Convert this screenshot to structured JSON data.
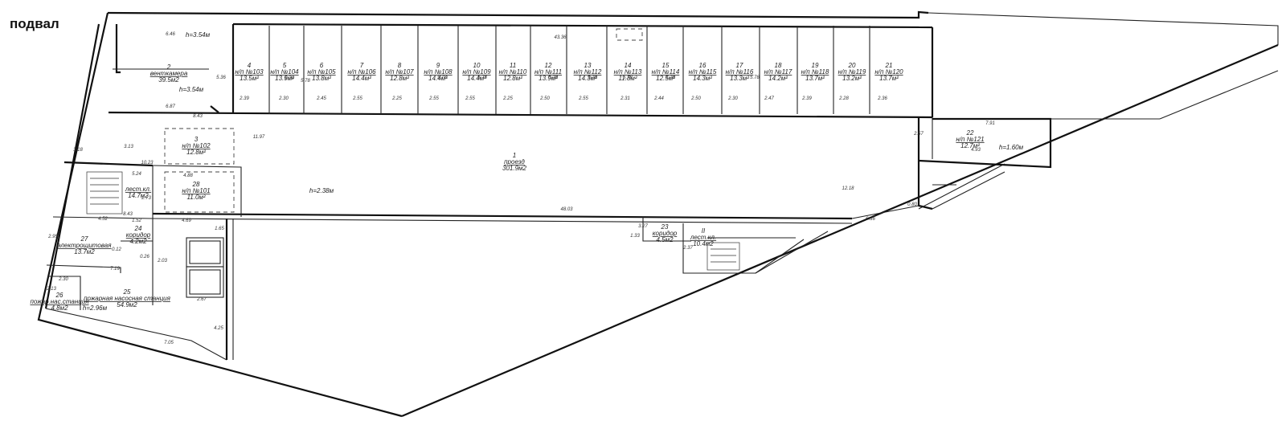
{
  "title": "подвал",
  "rooms": [
    {
      "id": "r1",
      "num": "1",
      "name": "проезд",
      "area": "301.9м2"
    },
    {
      "id": "r2",
      "num": "2",
      "name": "венткамера",
      "area": "39.5м2"
    },
    {
      "id": "r3",
      "num": "3",
      "name": "н/п №102",
      "area": "12.8м²"
    },
    {
      "id": "r4",
      "num": "4",
      "name": "н/п №103",
      "area": "13.5м²"
    },
    {
      "id": "r5",
      "num": "5",
      "name": "н/п №104",
      "area": "13.9м²"
    },
    {
      "id": "r6",
      "num": "6",
      "name": "н/п №105",
      "area": "13.8м²"
    },
    {
      "id": "r7",
      "num": "7",
      "name": "н/п №106",
      "area": "14.4м²"
    },
    {
      "id": "r8",
      "num": "8",
      "name": "н/п №107",
      "area": "12.8м²"
    },
    {
      "id": "r9",
      "num": "9",
      "name": "н/п №108",
      "area": "14.4м²"
    },
    {
      "id": "r10",
      "num": "10",
      "name": "н/п №109",
      "area": "14.4м²"
    },
    {
      "id": "r11",
      "num": "11",
      "name": "н/п №110",
      "area": "12.8м²"
    },
    {
      "id": "r12",
      "num": "12",
      "name": "н/п №111",
      "area": "13.9м²"
    },
    {
      "id": "r13",
      "num": "13",
      "name": "н/п №112",
      "area": "14.3м²"
    },
    {
      "id": "r14",
      "num": "14",
      "name": "н/п №113",
      "area": "11.8м²"
    },
    {
      "id": "r15",
      "num": "15",
      "name": "н/п №114",
      "area": "12.5м²"
    },
    {
      "id": "r16",
      "num": "16",
      "name": "н/п №115",
      "area": "14.3м²"
    },
    {
      "id": "r17",
      "num": "17",
      "name": "н/п №116",
      "area": "13.3м²"
    },
    {
      "id": "r18",
      "num": "18",
      "name": "н/п №117",
      "area": "14.2м²"
    },
    {
      "id": "r19",
      "num": "19",
      "name": "н/п №118",
      "area": "13.7м²"
    },
    {
      "id": "r20",
      "num": "20",
      "name": "н/п №119",
      "area": "13.2м²"
    },
    {
      "id": "r21",
      "num": "21",
      "name": "н/п №120",
      "area": "13.7м²"
    },
    {
      "id": "r22",
      "num": "22",
      "name": "н/п №121",
      "area": "12.7м²"
    },
    {
      "id": "r23",
      "num": "23",
      "name": "коридор",
      "area": "4.5м2"
    },
    {
      "id": "r24",
      "num": "24",
      "name": "коридор",
      "area": "4.2м2"
    },
    {
      "id": "r25",
      "num": "25",
      "name": "пожарная насосная станция",
      "area": "54.9м2"
    },
    {
      "id": "r26",
      "num": "26",
      "name": "пожар.нас.станция",
      "area": "4.8м2"
    },
    {
      "id": "r27",
      "num": "27",
      "name": "электрощитовая",
      "area": "13.7м2"
    },
    {
      "id": "r28",
      "num": "28",
      "name": "н/п №101",
      "area": "11.0м²"
    },
    {
      "id": "rl1",
      "num": "",
      "name": "лест.кл.",
      "area": "14.7м2"
    },
    {
      "id": "rl2",
      "num": "II",
      "name": "лест.кл.",
      "area": "10.4м2"
    }
  ],
  "heights": [
    "h=3.54м",
    "h=3.54м",
    "h=2.38м",
    "h=1.60м",
    "h=2.96м"
  ],
  "dims": [
    "6.46",
    "5.36",
    "6.87",
    "8.43",
    "43.36",
    "48.03",
    "2.39",
    "2.30",
    "2.45",
    "2.55",
    "2.25",
    "2.55",
    "2.55",
    "2.25",
    "2.50",
    "2.55",
    "2.31",
    "2.44",
    "2.50",
    "2.30",
    "2.47",
    "2.39",
    "2.28",
    "2.36",
    "11.97",
    "12.18",
    "3.18",
    "3.13",
    "10.23",
    "5.24",
    "4.88",
    "2.73",
    "4.52",
    "1.52",
    "4.69",
    "3.27",
    "1.33",
    "2.37",
    "7.19",
    "2.03",
    "2.95",
    "2.13",
    "2.30",
    "7.05",
    "4.25",
    "2.67",
    "1.65",
    "2.57",
    "4.93",
    "7.91",
    "0.80",
    "6.36",
    "5.79",
    "5.78",
    "5.78",
    "5.78",
    "5.78",
    "5.78",
    "5.78",
    "5.78",
    "5.78",
    "0.12",
    "0.26",
    "8.43"
  ]
}
